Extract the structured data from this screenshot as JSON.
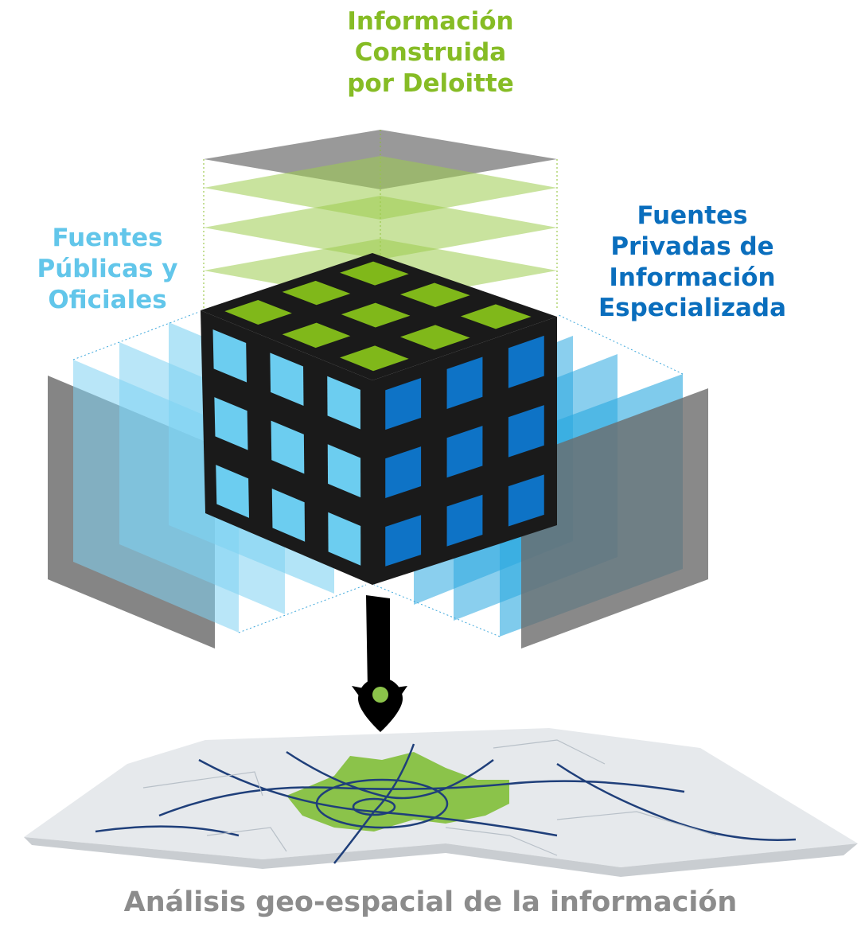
{
  "labels": {
    "top": [
      "Información",
      "Construida",
      "por Deloitte"
    ],
    "left": [
      "Fuentes",
      "Públicas y",
      "Oficiales"
    ],
    "right": [
      "Fuentes",
      "Privadas de",
      "Información",
      "Especializada"
    ],
    "bottom": "Análisis geo-espacial de la información"
  },
  "colors": {
    "top_label": "#86bc25",
    "left_label": "#62c6ea",
    "right_label": "#0a6ebd",
    "bottom_caption": "#8c8c8c",
    "cube_green": "#80b81a",
    "cube_light_blue": "#6ccdf0",
    "cube_dark_blue": "#0e73c6",
    "layer_gray": "#808080",
    "map_green": "#8bc34a",
    "map_road": "#1f3f7a"
  },
  "icons": {
    "arrow": "down-arrow-icon",
    "pin": "location-pin-icon"
  }
}
